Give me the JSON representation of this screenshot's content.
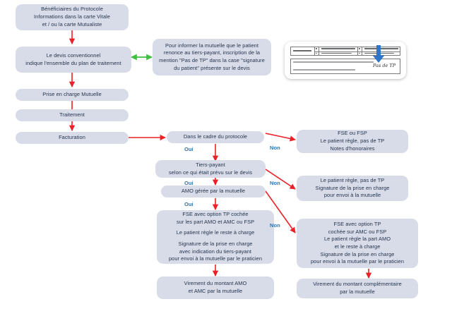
{
  "diagram": {
    "title": "Protocole tiers-payant - parcours facturation",
    "colors": {
      "node_fill": "#d7dce8",
      "node_text": "#26344d",
      "flow_arrow": "#ec2027",
      "bidir_arrow": "#3fbf3f",
      "decision_label": "#2f75b5",
      "doc_arrow": "#2e74c8",
      "background": "#ffffff"
    },
    "nodes": [
      {
        "id": "beneficiaires",
        "lines": [
          "Bénéficiaires du Protocole",
          "Informations dans la carte Vitale",
          "et / ou la carte Mutualiste"
        ]
      },
      {
        "id": "devis",
        "lines": [
          "Le devis conventionnel",
          "indique l'ensemble du plan de traitement"
        ]
      },
      {
        "id": "note-renonce",
        "lines": [
          "Pour informer la mutuelle que le patient",
          "renonce au tiers-payant, inscription de la",
          "mention \"Pas de TP\" dans la case \"signature",
          "du patient\" présente sur le devis"
        ]
      },
      {
        "id": "prise-en-charge",
        "lines": [
          "Prise en charge Mutuelle"
        ]
      },
      {
        "id": "traitement",
        "lines": [
          "Traitement"
        ]
      },
      {
        "id": "facturation",
        "lines": [
          "Facturation"
        ]
      },
      {
        "id": "dans-le-cadre",
        "lines": [
          "Dans le cadre du protocole"
        ]
      },
      {
        "id": "tiers-payant",
        "lines": [
          "Tiers-payant",
          "selon ce qui était prévu sur le devis"
        ]
      },
      {
        "id": "amo-geree",
        "lines": [
          "AMO gérée par la mutuelle"
        ]
      },
      {
        "id": "fse-tp-cochee",
        "paragraphs": [
          [
            "FSE avec option TP cochée",
            "sur les part AMO et AMC ou FSP"
          ],
          [
            "Le patient règle le reste à charge"
          ],
          [
            "Signature de la prise en charge",
            "avec indication du tiers-payant",
            "pour envoi à la mutuelle par le praticien"
          ]
        ]
      },
      {
        "id": "virement-amo-amc",
        "lines": [
          "Virement du montant AMO",
          "et AMC par la mutuelle"
        ]
      },
      {
        "id": "fse-ou-fsp",
        "lines": [
          "FSE ou FSP",
          "Le patient règle, pas de TP",
          "Notes d'honoraires"
        ]
      },
      {
        "id": "patient-regle-pas-tp",
        "lines": [
          "Le patient règle, pas de TP",
          "Signature de la prise en charge",
          "pour envoi à la mutuelle"
        ]
      },
      {
        "id": "fse-tp-amc",
        "lines": [
          "FSE avec option TP",
          "cochée sur AMC ou FSP",
          "Le patient règle la part AMO",
          "et le reste à charge",
          "Signature de la prise en charge",
          "pour envoi à la mutuelle par le praticien"
        ]
      },
      {
        "id": "virement-complementaire",
        "lines": [
          "Virement du montant complémentaire",
          "par la mutuelle"
        ]
      }
    ],
    "decision_labels": [
      {
        "id": "oui-protocole",
        "text": "Oui"
      },
      {
        "id": "non-protocole",
        "text": "Non"
      },
      {
        "id": "oui-tiers-payant",
        "text": "Oui"
      },
      {
        "id": "non-tiers-payant",
        "text": "Non"
      },
      {
        "id": "oui-amo",
        "text": "Oui"
      },
      {
        "id": "non-amo",
        "text": "Non"
      }
    ],
    "document_thumbnail": {
      "handwritten_note": "Pas de TP",
      "caption": ""
    }
  }
}
